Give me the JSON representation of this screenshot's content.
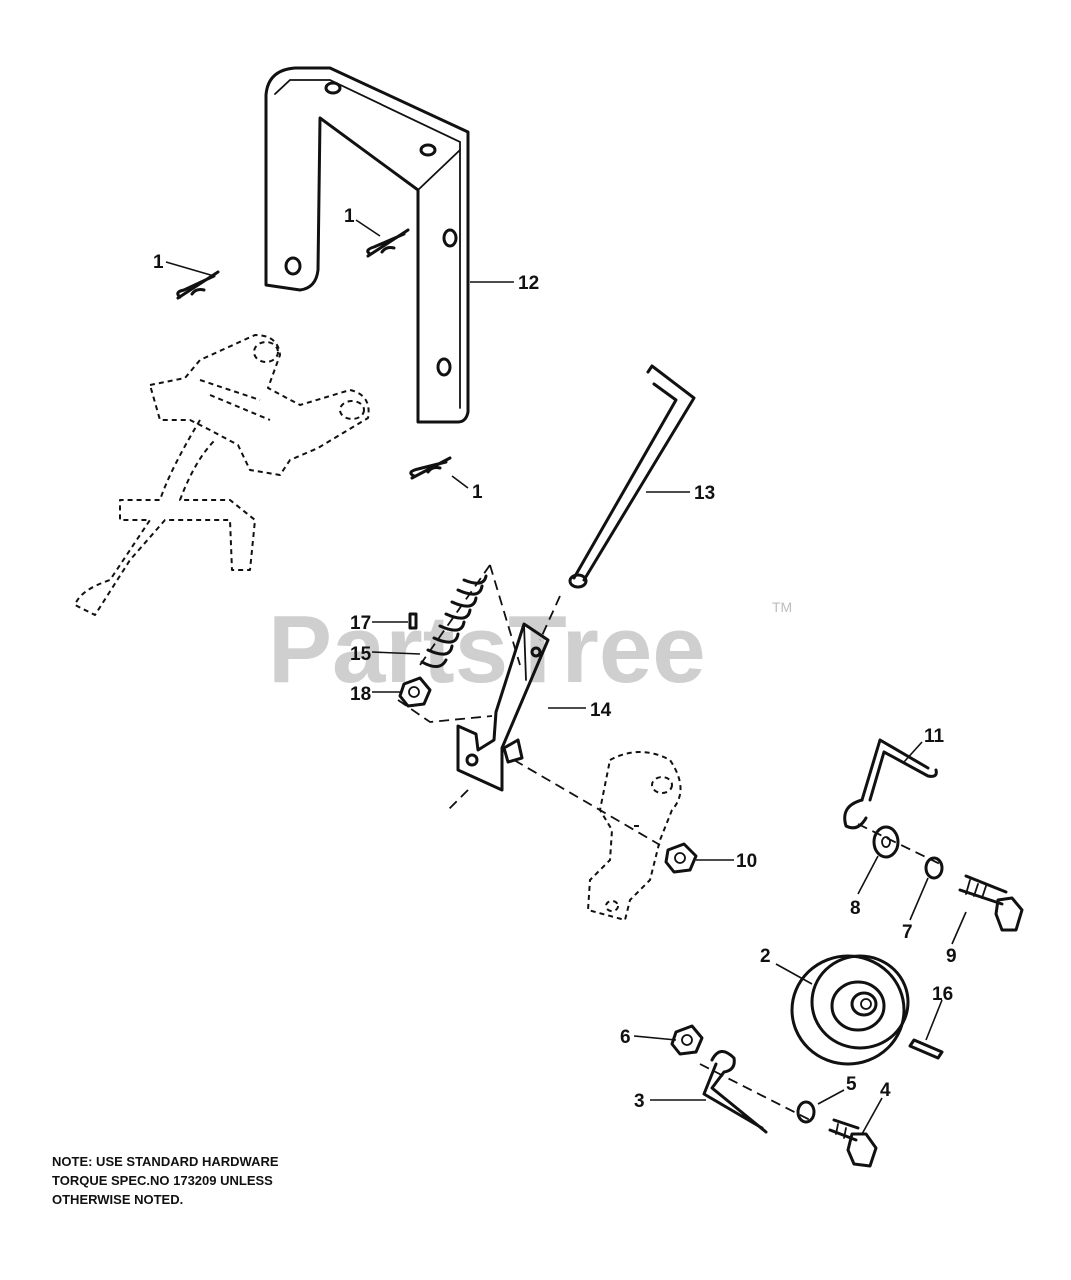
{
  "watermark": {
    "brand": "PartsTree",
    "tm": "TM"
  },
  "callouts": [
    {
      "id": "c1a",
      "label": "1"
    },
    {
      "id": "c1b",
      "label": "1"
    },
    {
      "id": "c1c",
      "label": "1"
    },
    {
      "id": "c12",
      "label": "12"
    },
    {
      "id": "c13",
      "label": "13"
    },
    {
      "id": "c17",
      "label": "17"
    },
    {
      "id": "c15",
      "label": "15"
    },
    {
      "id": "c18",
      "label": "18"
    },
    {
      "id": "c14",
      "label": "14"
    },
    {
      "id": "c11",
      "label": "11"
    },
    {
      "id": "c10",
      "label": "10"
    },
    {
      "id": "c8",
      "label": "8"
    },
    {
      "id": "c7",
      "label": "7"
    },
    {
      "id": "c9",
      "label": "9"
    },
    {
      "id": "c2",
      "label": "2"
    },
    {
      "id": "c16",
      "label": "16"
    },
    {
      "id": "c6",
      "label": "6"
    },
    {
      "id": "c5",
      "label": "5"
    },
    {
      "id": "c4",
      "label": "4"
    },
    {
      "id": "c3",
      "label": "3"
    }
  ],
  "note": {
    "line1": "NOTE:  USE STANDARD HARDWARE",
    "line2": "TORQUE SPEC.NO 173209 UNLESS",
    "line3": "OTHERWISE NOTED."
  }
}
